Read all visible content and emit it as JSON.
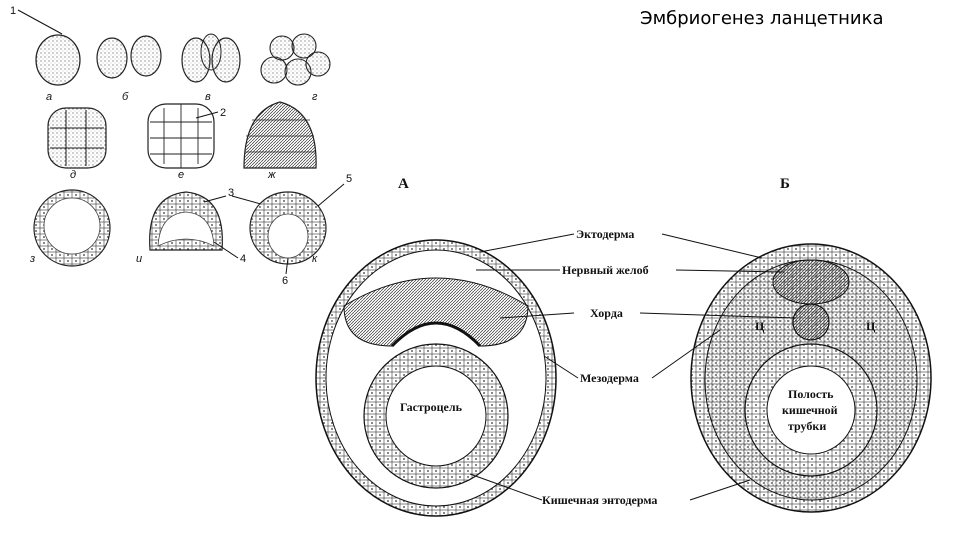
{
  "title": "Эмбриогенез ланцетника",
  "stages": {
    "a": "а",
    "b": "б",
    "v": "в",
    "g": "г",
    "d": "д",
    "e": "е",
    "zh": "ж",
    "z": "з",
    "i": "и",
    "k": "к"
  },
  "numbers": {
    "n1": "1",
    "n2": "2",
    "n3": "3",
    "n4": "4",
    "n5": "5",
    "n6": "6"
  },
  "section_a": "А",
  "section_b": "Б",
  "labels": {
    "ectoderm": "Эктодерма",
    "neural_groove": "Нервный желоб",
    "chord": "Хорда",
    "mesoderm": "Мезодерма",
    "gastrocoel": "Гастроцель",
    "gut_cavity_1": "Полость",
    "gut_cavity_2": "кишечной",
    "gut_cavity_3": "трубки",
    "endoderm": "Кишечная энтодерма",
    "coelom_left": "Ц",
    "coelom_right": "Ц"
  }
}
